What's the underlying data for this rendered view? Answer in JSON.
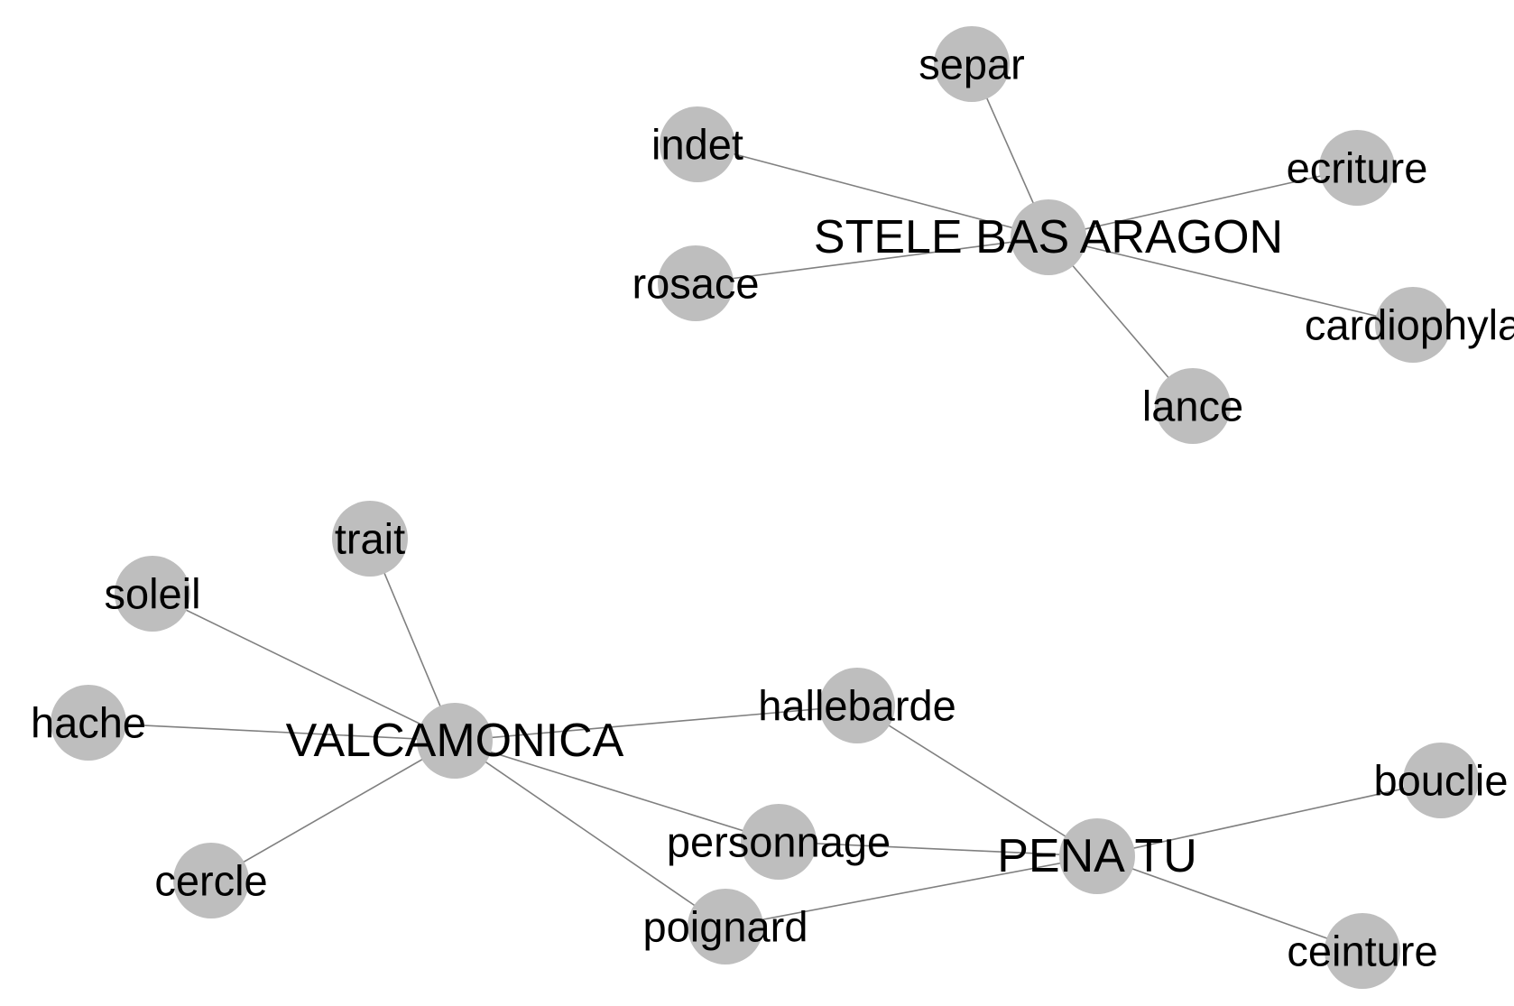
{
  "graph": {
    "colors": {
      "background": "#ffffff",
      "node_fill": "#bebebe",
      "edge_stroke": "#808080",
      "label_color": "#000000"
    },
    "nodes": [
      {
        "id": "stele",
        "label": "STELE BAS ARAGON",
        "kind": "hub"
      },
      {
        "id": "separ",
        "label": "separ",
        "kind": "leaf"
      },
      {
        "id": "indet",
        "label": "indet",
        "kind": "leaf"
      },
      {
        "id": "ecriture",
        "label": "ecriture",
        "kind": "leaf"
      },
      {
        "id": "rosace",
        "label": "rosace",
        "kind": "leaf"
      },
      {
        "id": "cardiophyla",
        "label": "cardiophyla",
        "kind": "leaf"
      },
      {
        "id": "lance",
        "label": "lance",
        "kind": "leaf"
      },
      {
        "id": "valcamonica",
        "label": "VALCAMONICA",
        "kind": "hub"
      },
      {
        "id": "trait",
        "label": "trait",
        "kind": "leaf"
      },
      {
        "id": "soleil",
        "label": "soleil",
        "kind": "leaf"
      },
      {
        "id": "hache",
        "label": "hache",
        "kind": "leaf"
      },
      {
        "id": "cercle",
        "label": "cercle",
        "kind": "leaf"
      },
      {
        "id": "hallebarde",
        "label": "hallebarde",
        "kind": "leaf"
      },
      {
        "id": "personnage",
        "label": "personnage",
        "kind": "leaf"
      },
      {
        "id": "poignard",
        "label": "poignard",
        "kind": "leaf"
      },
      {
        "id": "penatu",
        "label": "PENA TU",
        "kind": "hub"
      },
      {
        "id": "bouclier",
        "label": "bouclie",
        "kind": "leaf"
      },
      {
        "id": "ceinture",
        "label": "ceinture",
        "kind": "leaf"
      }
    ],
    "edges": [
      {
        "from": "stele",
        "to": "separ"
      },
      {
        "from": "stele",
        "to": "indet"
      },
      {
        "from": "stele",
        "to": "ecriture"
      },
      {
        "from": "stele",
        "to": "rosace"
      },
      {
        "from": "stele",
        "to": "cardiophyla"
      },
      {
        "from": "stele",
        "to": "lance"
      },
      {
        "from": "valcamonica",
        "to": "trait"
      },
      {
        "from": "valcamonica",
        "to": "soleil"
      },
      {
        "from": "valcamonica",
        "to": "hache"
      },
      {
        "from": "valcamonica",
        "to": "cercle"
      },
      {
        "from": "valcamonica",
        "to": "hallebarde"
      },
      {
        "from": "valcamonica",
        "to": "personnage"
      },
      {
        "from": "valcamonica",
        "to": "poignard"
      },
      {
        "from": "penatu",
        "to": "hallebarde"
      },
      {
        "from": "penatu",
        "to": "personnage"
      },
      {
        "from": "penatu",
        "to": "poignard"
      },
      {
        "from": "penatu",
        "to": "bouclier"
      },
      {
        "from": "penatu",
        "to": "ceinture"
      }
    ]
  }
}
